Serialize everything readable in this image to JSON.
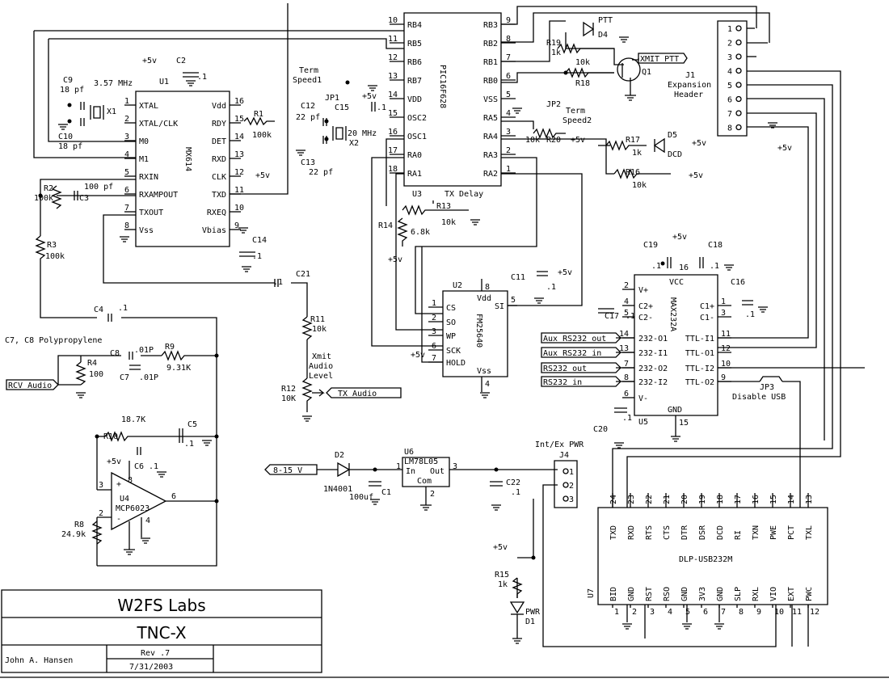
{
  "title_block": {
    "company": "W2FS Labs",
    "project": "TNC-X",
    "author": "John A. Hansen",
    "revision": "Rev .7",
    "date": "7/31/2003"
  },
  "chips": {
    "u1": {
      "ref": "U1",
      "part": "MX614",
      "left_pins": [
        [
          "XTAL",
          "1"
        ],
        [
          "XTAL/CLK",
          "2"
        ],
        [
          "M0",
          "3"
        ],
        [
          "M1",
          "4"
        ],
        [
          "RXIN",
          "5"
        ],
        [
          "RXAMPOUT",
          "6"
        ],
        [
          "TXOUT",
          "7"
        ],
        [
          "Vss",
          "8"
        ]
      ],
      "right_pins": [
        [
          "Vdd",
          "16"
        ],
        [
          "RDY",
          "15"
        ],
        [
          "DET",
          "14"
        ],
        [
          "RXD",
          "13"
        ],
        [
          "CLK",
          "12"
        ],
        [
          "TXD",
          "11"
        ],
        [
          "RXEQ",
          "10"
        ],
        [
          "Vbias",
          "9"
        ]
      ]
    },
    "u3": {
      "ref": "U3",
      "part": "PIC16F628",
      "left_pins": [
        [
          "RB4",
          "10"
        ],
        [
          "RB5",
          "11"
        ],
        [
          "RB6",
          "12"
        ],
        [
          "RB7",
          "13"
        ],
        [
          "VDD",
          "14"
        ],
        [
          "OSC2",
          "15"
        ],
        [
          "OSC1",
          "16"
        ],
        [
          "RA0",
          "17"
        ],
        [
          "RA1",
          "18"
        ]
      ],
      "right_pins": [
        [
          "RB3",
          "9"
        ],
        [
          "RB2",
          "8"
        ],
        [
          "RB1",
          "7"
        ],
        [
          "RB0",
          "6"
        ],
        [
          "VSS",
          "5"
        ],
        [
          "RA5",
          "4"
        ],
        [
          "RA4",
          "3"
        ],
        [
          "RA3",
          "2"
        ],
        [
          "RA2",
          "1"
        ]
      ]
    },
    "u2": {
      "ref": "U2",
      "part": "FM25640",
      "left_pins": [
        [
          "CS",
          "1"
        ],
        [
          "SO",
          "2"
        ],
        [
          "WP",
          "3"
        ],
        [
          "SCK",
          "6"
        ],
        [
          "HOLD",
          "7"
        ]
      ],
      "right_pins": [
        [
          "SI",
          "5"
        ]
      ],
      "top": [
        "Vdd",
        "8"
      ],
      "bottom": [
        "Vss",
        "4"
      ]
    },
    "u5": {
      "ref": "U5",
      "part": "MAX232A",
      "left_pins": [
        [
          "V+",
          "2"
        ],
        [
          "C2+",
          "4"
        ],
        [
          "C2-",
          "5"
        ],
        [
          "232-O1",
          "14"
        ],
        [
          "232-I1",
          "13"
        ],
        [
          "232-O2",
          "7"
        ],
        [
          "232-I2",
          "8"
        ],
        [
          "V-",
          "6"
        ]
      ],
      "right_pins": [
        [
          "C1+",
          "1"
        ],
        [
          "C1-",
          "3"
        ],
        [
          "TTL-I1",
          "11"
        ],
        [
          "TTL-O1",
          "12"
        ],
        [
          "TTL-I2",
          "10"
        ],
        [
          "TTL-O2",
          "9"
        ]
      ],
      "top": [
        "VCC",
        "16"
      ],
      "bottom": [
        "GND",
        "15"
      ]
    },
    "u4": {
      "ref": "U4",
      "part": "MCP6023"
    },
    "u6": {
      "ref": "U6",
      "part": "LM78L05",
      "pins": [
        "In",
        "Out",
        "Com"
      ]
    },
    "u7": {
      "ref": "U7",
      "part": "DLP-USB232M",
      "top_pins": [
        [
          "TXD",
          "24"
        ],
        [
          "RXD",
          "23"
        ],
        [
          "RTS",
          "22"
        ],
        [
          "CTS",
          "21"
        ],
        [
          "DTR",
          "20"
        ],
        [
          "DSR",
          "19"
        ],
        [
          "DCD",
          "18"
        ],
        [
          "RI",
          "17"
        ],
        [
          "TXN",
          "16"
        ],
        [
          "PWE",
          "15"
        ],
        [
          "PCT",
          "14"
        ],
        [
          "TXL",
          "13"
        ]
      ],
      "bottom_pins": [
        [
          "BID",
          "1"
        ],
        [
          "GND",
          "2"
        ],
        [
          "RST",
          "3"
        ],
        [
          "RSO",
          "4"
        ],
        [
          "GND",
          "5"
        ],
        [
          "3V3",
          "6"
        ],
        [
          "GND",
          "7"
        ],
        [
          "SLP",
          "8"
        ],
        [
          "RXL",
          "9"
        ],
        [
          "VIO",
          "10"
        ],
        [
          "EXT",
          "11"
        ],
        [
          "PWC",
          "12"
        ]
      ]
    }
  },
  "labels": {
    "c9": "C9",
    "c9v": "18 pf",
    "c10": "C10",
    "c10v": "18 pf",
    "x1": "X1",
    "x1f": "3.57 MHz",
    "c2": "C2",
    "c2v": ".1",
    "p5v": "+5v",
    "r1": "R1",
    "r1v": "100k",
    "c12": "C12",
    "c12v": "22 pf",
    "c13": "C13",
    "c13v": "22 pf",
    "x2": "X2",
    "x2f": "20 MHz",
    "c15": "C15",
    "c15v": ".1",
    "jp1": "JP1",
    "term1": "Term",
    "term1b": "Speed1",
    "jp2": "JP2",
    "term2": "Term",
    "term2b": "Speed2",
    "r20v": "10k",
    "r20": "R20",
    "r19": "R19",
    "r19v": "1k",
    "d4": "D4",
    "ptt": "PTT",
    "r18v": "10k",
    "r18": "R18",
    "q1": "Q1",
    "xmit": "XMIT PTT",
    "j1": "J1",
    "exph1": "Expansion",
    "exph2": "Header",
    "r17": "R17",
    "r17v": "1k",
    "d5": "D5",
    "dcd": "DCD",
    "r16": "R16",
    "r16v": "10k",
    "r2": "R2",
    "r2v": "100k",
    "c3": "C3",
    "c3v": "100 pf",
    "r3": "R3",
    "r3v": "100k",
    "c14": "C14",
    "c14v": ".1",
    "txdelay": "TX Delay",
    "r13": "R13",
    "r13v": "10k",
    "r14": "R14",
    "r14v": "6.8k",
    "c21": "C21",
    "c21v": ".1",
    "c11": "C11",
    "c11v": ".1",
    "c19": "C19",
    "c19v": ".1",
    "c18": "C18",
    "c18v": ".1",
    "c16": "C16",
    "c16v": ".1",
    "c17": "C17",
    "c17v": ".1",
    "c20": "C20",
    "c20v": ".1",
    "c4": "C4",
    "c4v": ".1",
    "poly": "C7, C8 Polypropylene",
    "c8": "C8",
    "c8v": ".01P",
    "r9": "R9",
    "r9v": "9.31K",
    "r4": "R4",
    "r4v": "100",
    "c7": "C7",
    "c7v": ".01P",
    "rcv": "RCV Audio",
    "r11": "R11",
    "r11v": "10k",
    "xmitlvl1": "Xmit",
    "xmitlvl2": "Audio",
    "xmitlvl3": "Level",
    "r12": "R12",
    "r12v": "10K",
    "txaudio": "TX Audio",
    "r10": "R10",
    "r10v": "18.7K",
    "c5": "C5",
    "c5v": ".1",
    "c6": "C6",
    "c6v": ".1",
    "r8": "R8",
    "r8v": "24.9k",
    "auxout": "Aux RS232 out",
    "auxin": "Aux RS232 in",
    "rsout": "RS232 out",
    "rsin": "RS232 in",
    "jp3": "JP3",
    "disusb": "Disable USB",
    "vin": "8-15 V",
    "d2": "D2",
    "d2p": "1N4001",
    "c1": "C1",
    "c1v": "100uf",
    "c22": "C22",
    "c22v": ".1",
    "intex": "Int/Ex PWR",
    "j4": "J4",
    "r15": "R15",
    "r15v": "1k",
    "pwr": "PWR",
    "d1": "D1"
  }
}
